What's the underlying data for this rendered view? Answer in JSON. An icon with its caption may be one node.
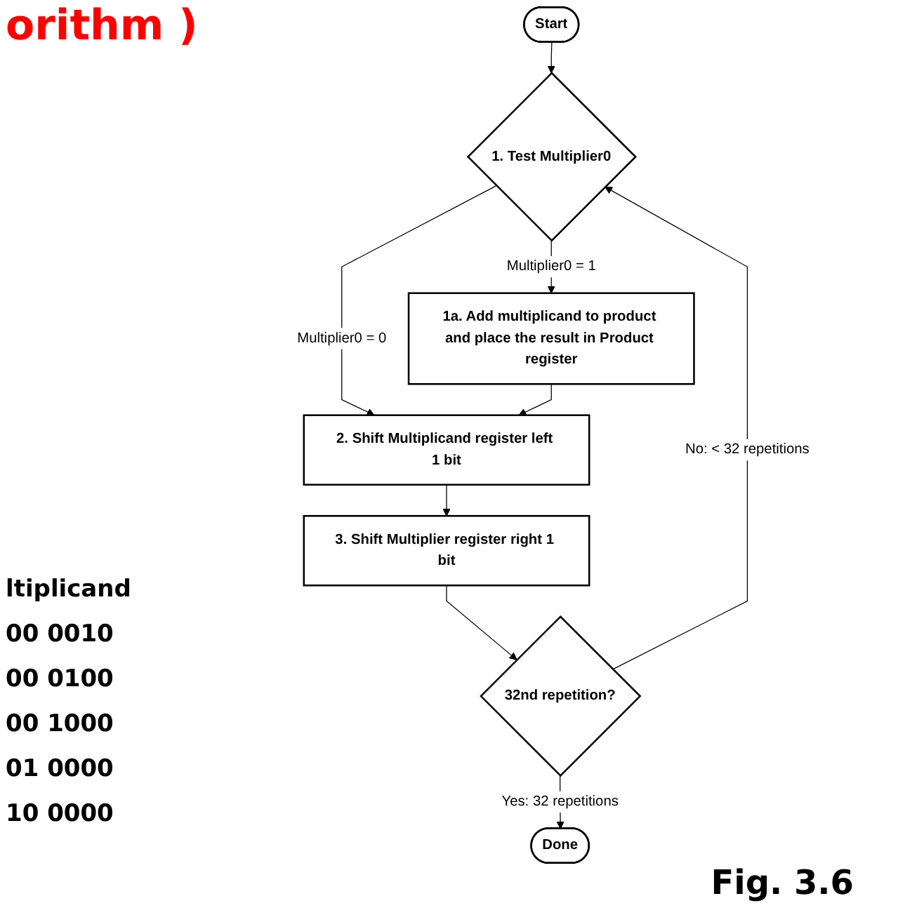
{
  "diagram": {
    "title": "orithm )",
    "caption": "Fig. 3.6",
    "nodes": [
      {
        "text": [
          "Start"
        ]
      },
      {
        "text": [
          "1. Test Multiplier0"
        ]
      },
      {
        "text": [
          "1a. Add multiplicand to product and place the result in Product register"
        ]
      },
      {
        "text": [
          "2. Shift Multiplicand register left 1 bit"
        ]
      },
      {
        "text": [
          "3. Shift Multiplier register right 1 bit"
        ]
      },
      {
        "text": [
          "32nd repetition?"
        ]
      },
      {
        "text": [
          "Done"
        ]
      }
    ],
    "edges": [
      {
        "from": 0,
        "to": 1,
        "arrow": "to"
      },
      {
        "from": 1,
        "to": 2,
        "arrow": "to",
        "label": "Multiplier0 = 1"
      },
      {
        "from": 1,
        "to": 3,
        "arrow": "to",
        "label": "Multiplier0 = 0"
      },
      {
        "from": 2,
        "to": 3,
        "arrow": "to"
      },
      {
        "from": 3,
        "to": 4,
        "arrow": "to"
      },
      {
        "from": 4,
        "to": 5,
        "arrow": "to"
      },
      {
        "from": 5,
        "to": 1,
        "arrow": "to",
        "label": "No: < 32 repetitions"
      },
      {
        "from": 5,
        "to": 6,
        "arrow": "to",
        "label": "Yes: 32 repetitions"
      }
    ],
    "labels": [
      "ltiplicand",
      "00 0010",
      "00 0100",
      "00 1000",
      "01 0000",
      "10 0000"
    ]
  }
}
